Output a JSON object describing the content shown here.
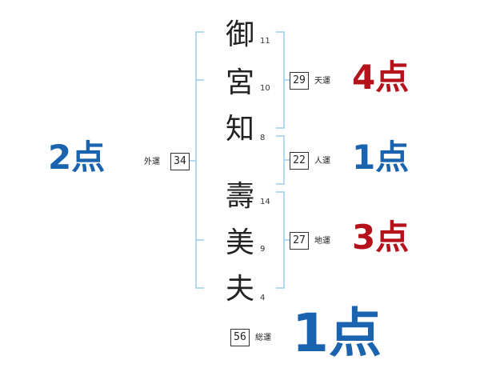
{
  "name": {
    "characters": [
      "御",
      "宮",
      "知",
      "壽",
      "美",
      "夫"
    ],
    "strokes": [
      "11",
      "10",
      "8",
      "14",
      "9",
      "4"
    ]
  },
  "fortunes": {
    "tenkaku": {
      "label": "天運",
      "value": "29",
      "score": "4点"
    },
    "jinkaku": {
      "label": "人運",
      "value": "22",
      "score": "1点"
    },
    "chikaku": {
      "label": "地運",
      "value": "27",
      "score": "3点"
    },
    "gaikaku": {
      "label": "外運",
      "value": "34",
      "score": "2点"
    },
    "soukaku": {
      "label": "総運",
      "value": "56",
      "score": "1点"
    }
  },
  "colors": {
    "bracket": "#9ccde8",
    "blue": "#1a63ae",
    "red": "#b5121b"
  }
}
